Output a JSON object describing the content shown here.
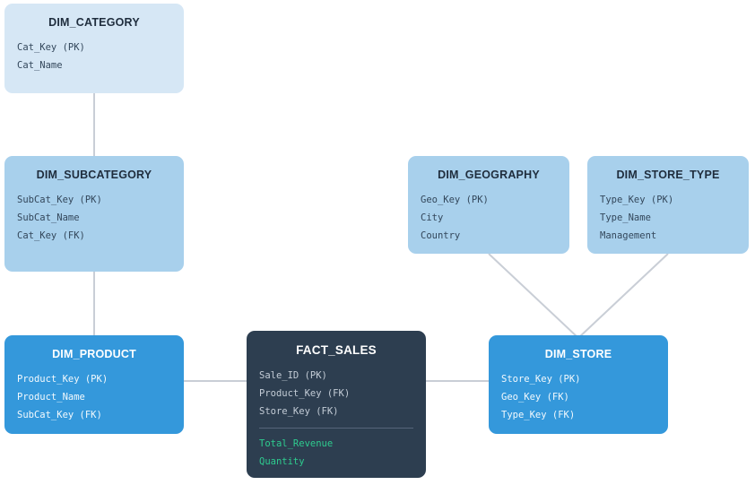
{
  "diagram": {
    "title": "Star schema entity relationship diagram",
    "background": "#ffffff",
    "connector_color": "#c9ced6",
    "palette": {
      "light_blue": "#d6e7f5",
      "medium_blue": "#a8d0ec",
      "strong_blue": "#3498db",
      "dark_navy": "#2d3e50",
      "measure_green": "#2ecc8f",
      "title_dark": "#1f2d3d",
      "attr_dark": "#33475b"
    }
  },
  "entities": [
    {
      "id": "dim_category",
      "title": "DIM_CATEGORY",
      "style": "light",
      "attributes": [
        {
          "text": "Cat_Key (PK)",
          "kind": "key"
        },
        {
          "text": "Cat_Name",
          "kind": "attribute"
        }
      ]
    },
    {
      "id": "dim_subcategory",
      "title": "DIM_SUBCATEGORY",
      "style": "medium",
      "attributes": [
        {
          "text": "SubCat_Key (PK)",
          "kind": "key"
        },
        {
          "text": "SubCat_Name",
          "kind": "attribute"
        },
        {
          "text": "Cat_Key (FK)",
          "kind": "key"
        }
      ]
    },
    {
      "id": "dim_product",
      "title": "DIM_PRODUCT",
      "style": "strong",
      "attributes": [
        {
          "text": "Product_Key (PK)",
          "kind": "key"
        },
        {
          "text": "Product_Name",
          "kind": "attribute"
        },
        {
          "text": "SubCat_Key (FK)",
          "kind": "key"
        }
      ]
    },
    {
      "id": "dim_geography",
      "title": "DIM_GEOGRAPHY",
      "style": "medium",
      "attributes": [
        {
          "text": "Geo_Key (PK)",
          "kind": "key"
        },
        {
          "text": "City",
          "kind": "attribute"
        },
        {
          "text": "Country",
          "kind": "attribute"
        }
      ]
    },
    {
      "id": "dim_store_type",
      "title": "DIM_STORE_TYPE",
      "style": "medium",
      "attributes": [
        {
          "text": "Type_Key (PK)",
          "kind": "key"
        },
        {
          "text": "Type_Name",
          "kind": "attribute"
        },
        {
          "text": "Management",
          "kind": "attribute"
        }
      ]
    },
    {
      "id": "dim_store",
      "title": "DIM_STORE",
      "style": "strong",
      "attributes": [
        {
          "text": "Store_Key (PK)",
          "kind": "key"
        },
        {
          "text": "Geo_Key (FK)",
          "kind": "key"
        },
        {
          "text": "Type_Key (FK)",
          "kind": "key"
        }
      ]
    },
    {
      "id": "fact_sales",
      "title": "FACT_SALES",
      "style": "dark",
      "keys": [
        {
          "text": "Sale_ID (PK)",
          "kind": "key"
        },
        {
          "text": "Product_Key (FK)",
          "kind": "key"
        },
        {
          "text": "Store_Key (FK)",
          "kind": "key"
        }
      ],
      "measures": [
        {
          "text": "Total_Revenue",
          "kind": "measure"
        },
        {
          "text": "Quantity",
          "kind": "measure"
        }
      ]
    }
  ],
  "relationships": [
    {
      "from": "dim_category",
      "to": "dim_subcategory"
    },
    {
      "from": "dim_subcategory",
      "to": "dim_product"
    },
    {
      "from": "dim_product",
      "to": "fact_sales"
    },
    {
      "from": "fact_sales",
      "to": "dim_store"
    },
    {
      "from": "dim_geography",
      "to": "dim_store"
    },
    {
      "from": "dim_store_type",
      "to": "dim_store"
    }
  ]
}
